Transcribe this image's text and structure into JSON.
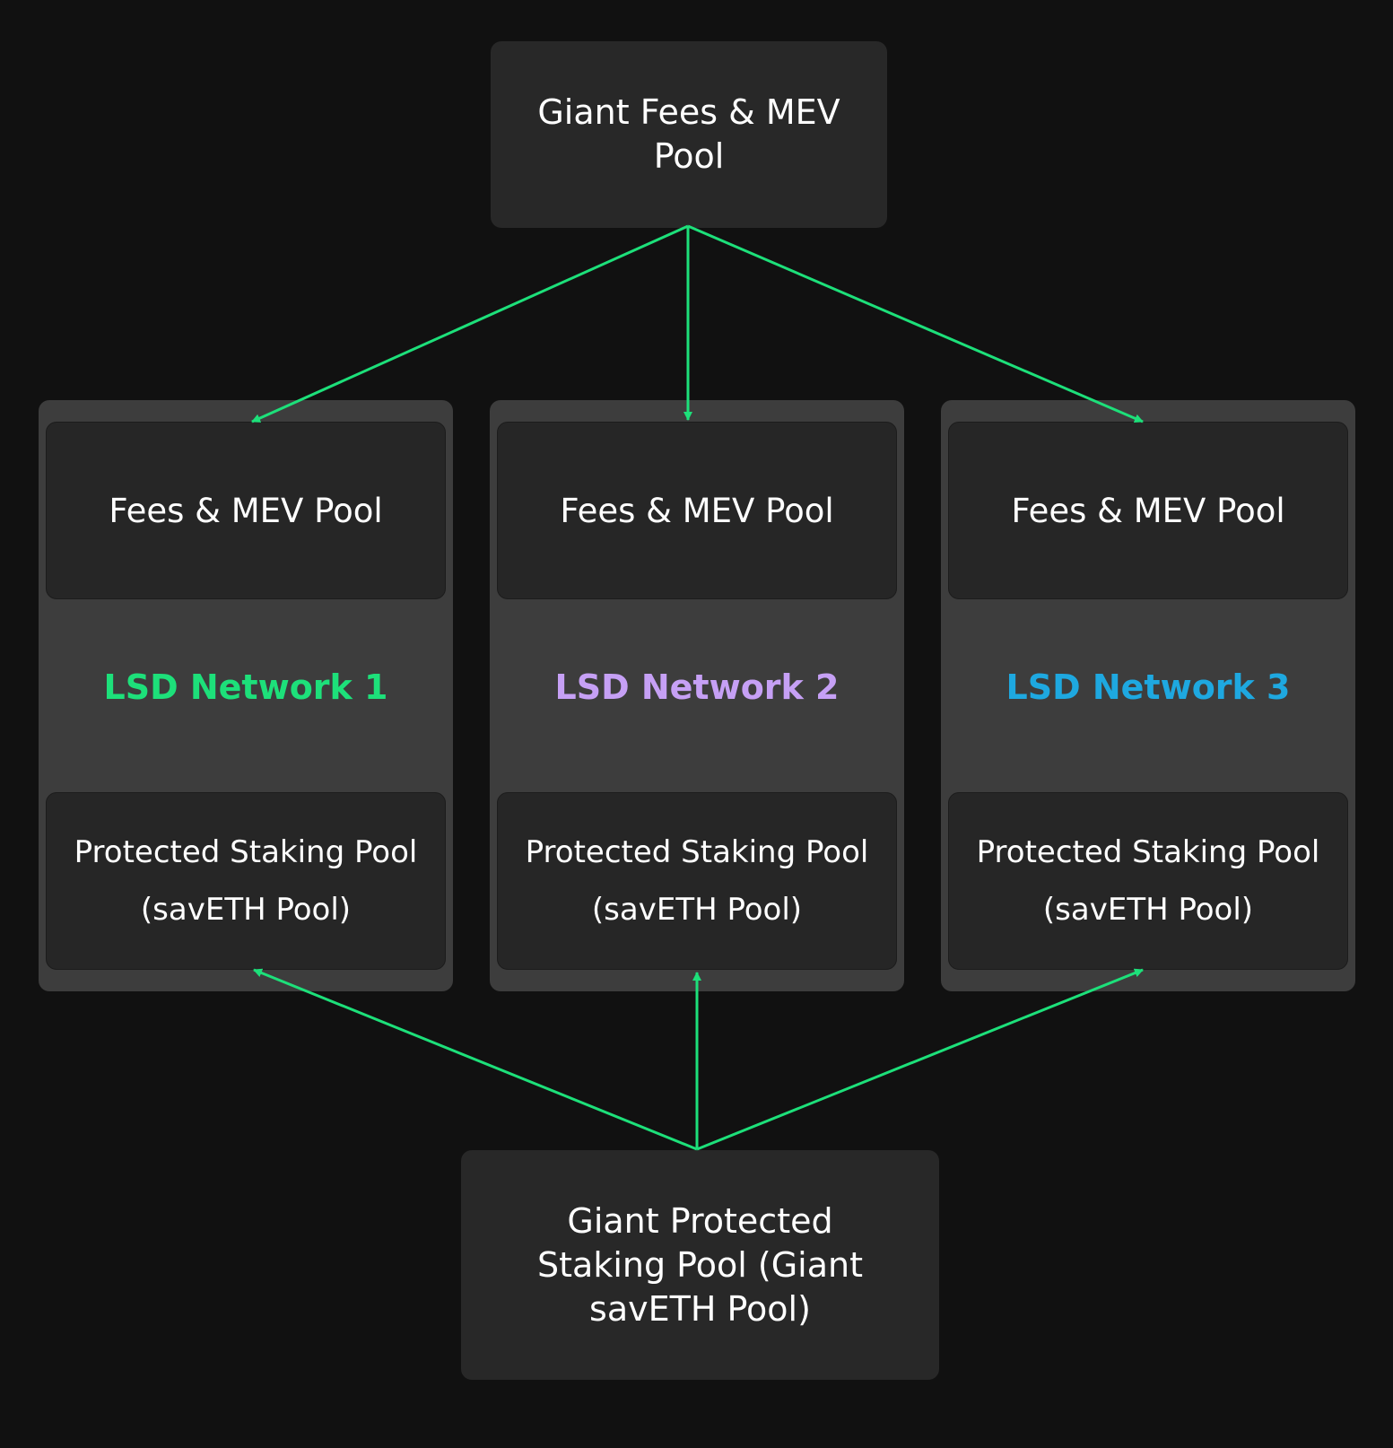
{
  "top_pool": {
    "label": "Giant Fees & MEV Pool"
  },
  "bottom_pool": {
    "label": "Giant Protected Staking Pool (Giant savETH Pool)"
  },
  "networks": [
    {
      "name": "LSD Network 1",
      "color": "#1de07a",
      "fees_label": "Fees & MEV Pool",
      "staking_label": "Protected Staking Pool (savETH Pool)"
    },
    {
      "name": "LSD Network 2",
      "color": "#c6a0f5",
      "fees_label": "Fees & MEV Pool",
      "staking_label": "Protected Staking Pool (savETH Pool)"
    },
    {
      "name": "LSD Network 3",
      "color": "#1ea8e0",
      "fees_label": "Fees & MEV Pool",
      "staking_label": "Protected Staking Pool (savETH Pool)"
    }
  ],
  "colors": {
    "arrow": "#1de07a",
    "background": "#111111"
  }
}
